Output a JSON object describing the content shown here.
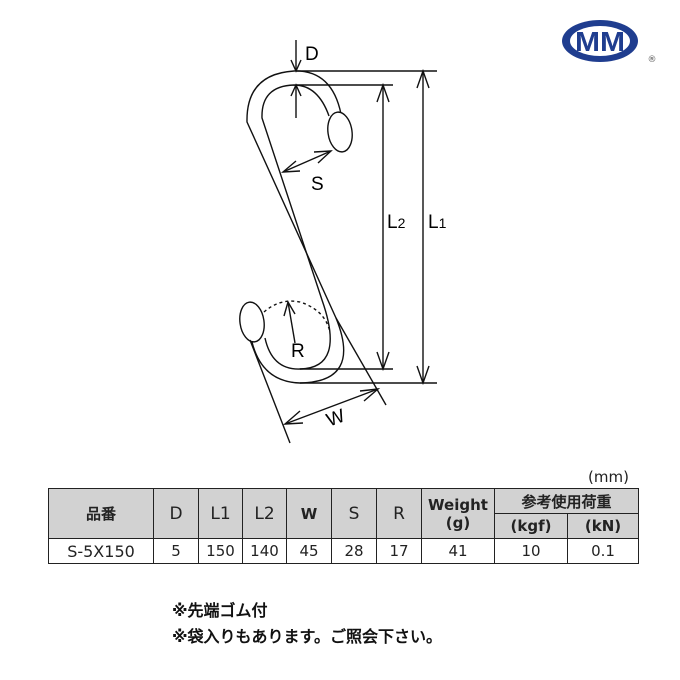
{
  "logo": {
    "text": "MM",
    "registered": "®",
    "color": "#1f3d8f"
  },
  "diagram": {
    "labels": {
      "D": "D",
      "S": "S",
      "L2": "L2",
      "L1": "L1",
      "R": "R",
      "W": "W"
    }
  },
  "table": {
    "unit": "(mm)",
    "headers": {
      "part": "品番",
      "D": "D",
      "L1": "L1",
      "L2": "L2",
      "W": "W",
      "S": "S",
      "R": "R",
      "weight": "Weight",
      "weight_unit": "(g)",
      "load": "参考使用荷重",
      "kgf": "(kgf)",
      "kn": "(kN)"
    },
    "rows": [
      {
        "part": "S-5X150",
        "D": "5",
        "L1": "150",
        "L2": "140",
        "W": "45",
        "S": "28",
        "R": "17",
        "weight": "41",
        "kgf": "10",
        "kn": "0.1"
      }
    ]
  },
  "notes": [
    "※先端ゴム付",
    "※袋入りもあります。ご照会下さい。"
  ]
}
